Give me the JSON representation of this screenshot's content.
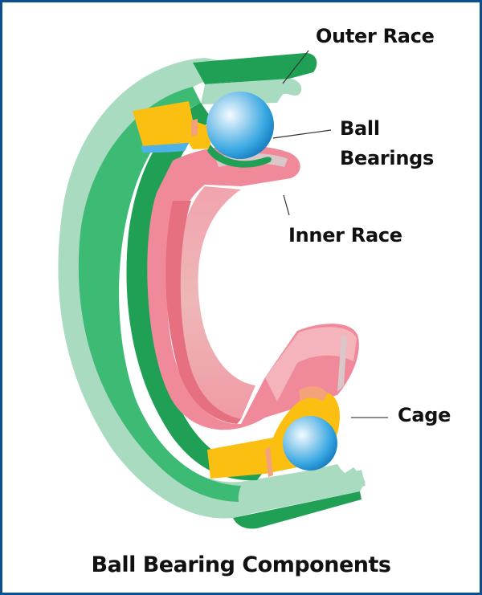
{
  "diagram": {
    "title": "Ball Bearing Components",
    "labels": {
      "outer_race": "Outer Race",
      "ball_bearings_line1": "Ball",
      "ball_bearings_line2": "Bearings",
      "inner_race": "Inner Race",
      "cage": "Cage"
    },
    "colors": {
      "border": "#0b4f8f",
      "outer_race_dark": "#1fa055",
      "outer_race_mid": "#3dbb74",
      "outer_race_light": "#a8dbbf",
      "inner_race": "#f08a9a",
      "inner_race_light": "#f5b3bc",
      "inner_race_shadow": "#e6707f",
      "cage": "#fbbf12",
      "cage_edge": "#f4a27a",
      "ball": "#2ea3e0",
      "ball_highlight": "#e8f4fb",
      "leader_line": "#333333"
    }
  }
}
